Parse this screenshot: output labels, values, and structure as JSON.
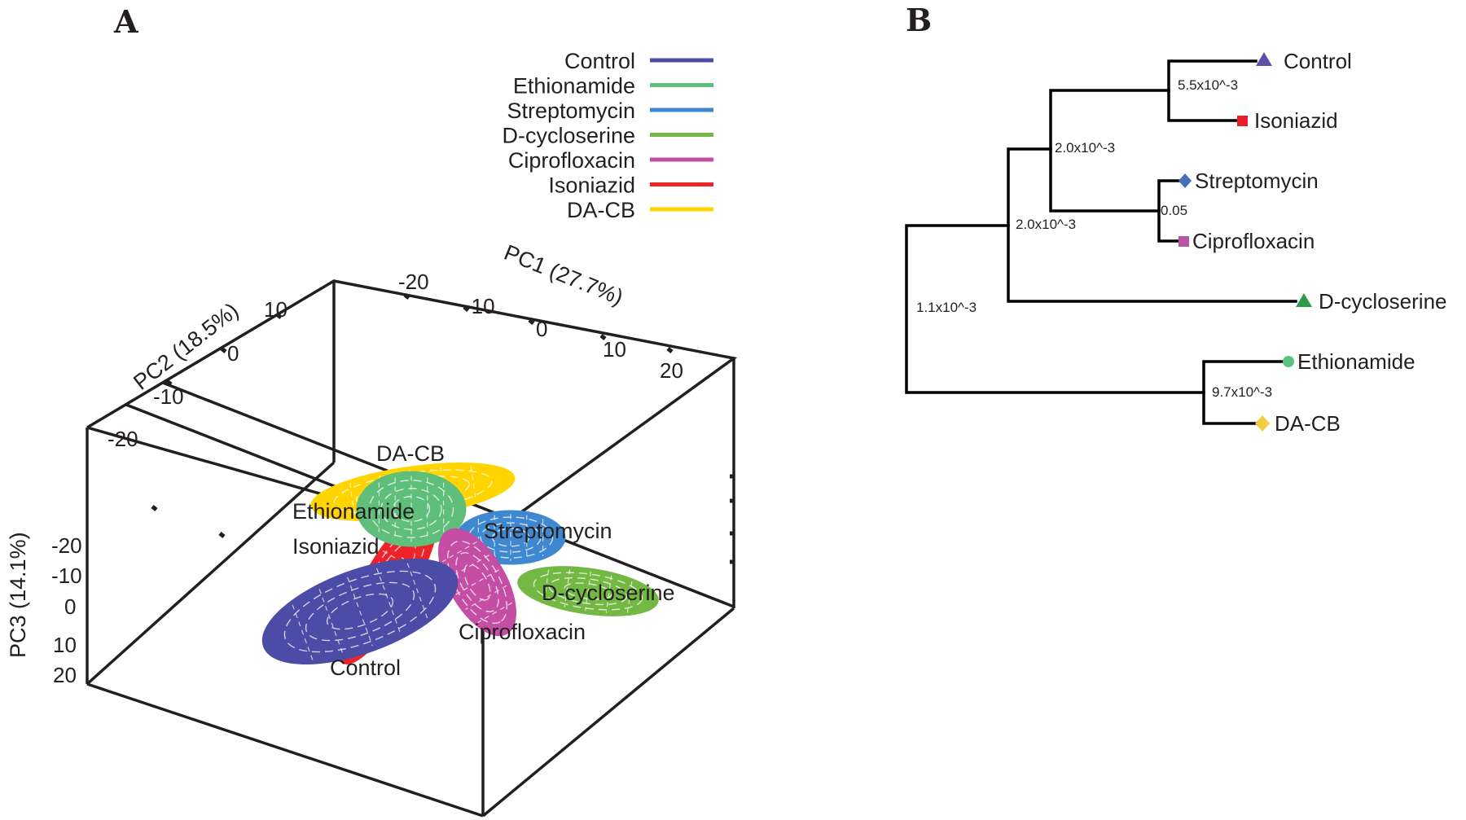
{
  "panel_a": {
    "letter": "A",
    "chart_data": {
      "type": "scatter",
      "subtype": "3d-pca-confidence-ellipsoids",
      "axes": {
        "pc1": {
          "label": "PC1 (27.7%)",
          "ticks": [
            "-20",
            "-10",
            "0",
            "10",
            "20"
          ]
        },
        "pc2": {
          "label": "PC2 (18.5%)",
          "ticks": [
            "10",
            "0",
            "-10",
            "-20"
          ]
        },
        "pc3": {
          "label": "PC3 (14.1%)",
          "ticks": [
            "-20",
            "-10",
            "0",
            "10",
            "20"
          ]
        }
      },
      "legend_position": "top-right",
      "series": [
        {
          "name": "Control",
          "color": "#4b4ca5"
        },
        {
          "name": "Ethionamide",
          "color": "#5fbf7a"
        },
        {
          "name": "Streptomycin",
          "color": "#3f88cf"
        },
        {
          "name": "D-cycloserine",
          "color": "#73b843"
        },
        {
          "name": "Ciprofloxacin",
          "color": "#c44ea3"
        },
        {
          "name": "Isoniazid",
          "color": "#ee2229"
        },
        {
          "name": "DA-CB",
          "color": "#ffd400"
        }
      ]
    }
  },
  "panel_b": {
    "letter": "B",
    "chart_data": {
      "type": "dendrogram",
      "leaves": [
        {
          "name": "Control",
          "marker": "triangle",
          "color": "#5b4fa7"
        },
        {
          "name": "Isoniazid",
          "marker": "square",
          "color": "#e8202b"
        },
        {
          "name": "Streptomycin",
          "marker": "diamond",
          "color": "#4a6fb5"
        },
        {
          "name": "Ciprofloxacin",
          "marker": "square",
          "color": "#b855a4"
        },
        {
          "name": "D-cycloserine",
          "marker": "triangle",
          "color": "#2e9a47"
        },
        {
          "name": "Ethionamide",
          "marker": "circle",
          "color": "#5cc37c"
        },
        {
          "name": "DA-CB",
          "marker": "diamond",
          "color": "#f5cd45"
        }
      ],
      "nodes": [
        {
          "label": "5.5x10^-3",
          "children": [
            "Control",
            "Isoniazid"
          ]
        },
        {
          "label": "0.05",
          "children": [
            "Streptomycin",
            "Ciprofloxacin"
          ]
        },
        {
          "label": "2.0x10^-3",
          "children": [
            "Control+Isoniazid",
            "Streptomycin+Ciprofloxacin"
          ]
        },
        {
          "label": "2.0x10^-3",
          "children": [
            "Control+Isoniazid+Streptomycin+Ciprofloxacin",
            "D-cycloserine"
          ]
        },
        {
          "label": "9.7x10^-3",
          "children": [
            "Ethionamide",
            "DA-CB"
          ]
        },
        {
          "label": "1.1x10^-3",
          "children": [
            "first-group",
            "Ethionamide+DA-CB"
          ]
        }
      ]
    }
  }
}
